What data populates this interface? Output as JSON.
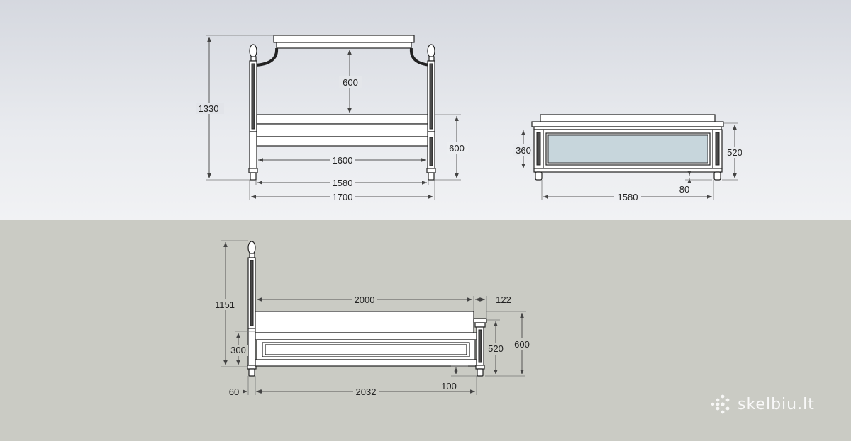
{
  "front_view": {
    "overall_height": "1330",
    "canopy_drop": "600",
    "rail_height": "600",
    "inner_width": "1600",
    "frame_width": "1580",
    "overall_width": "1700"
  },
  "foot_view": {
    "panel_height": "360",
    "post_height": "520",
    "leg_height": "80",
    "width": "1580"
  },
  "side_view": {
    "head_height": "1151",
    "length": "2000",
    "foot_overhang": "122",
    "foot_height": "520",
    "rail_height": "600",
    "panel_height": "300",
    "post_width": "60",
    "overall_length": "2032",
    "leg_height": "100"
  },
  "watermark": {
    "brand": "skelbiu.lt"
  }
}
